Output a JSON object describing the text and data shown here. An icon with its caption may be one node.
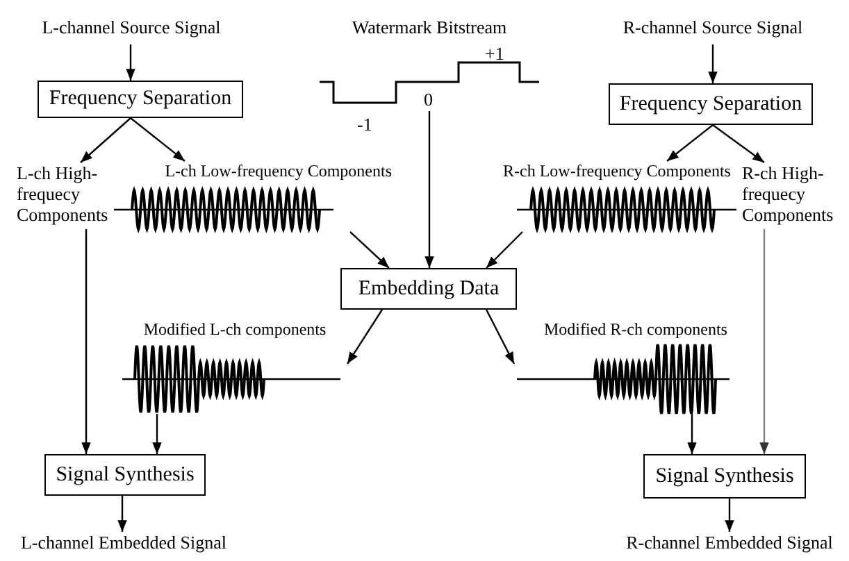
{
  "diagram": {
    "nodes": [
      {
        "text": [
          "L-channel Source Signal"
        ]
      },
      {
        "text": [
          "Watermark Bitstream"
        ]
      },
      {
        "text": [
          "R-channel Source Signal"
        ]
      },
      {
        "text": [
          "Frequency Separation"
        ]
      },
      {
        "text": [
          "Frequency Separation"
        ]
      },
      {
        "text": [
          "L-ch High- frequecy Components"
        ]
      },
      {
        "text": [
          "L-ch Low-frequency Components"
        ]
      },
      {
        "text": [
          "R-ch Low-frequency Components"
        ]
      },
      {
        "text": [
          "R-ch High- frequecy Components"
        ]
      },
      {
        "text": [
          "Embedding Data"
        ]
      },
      {
        "text": [
          "Modified L-ch components"
        ]
      },
      {
        "text": [
          "Modified R-ch components"
        ]
      },
      {
        "text": [
          "Signal Synthesis"
        ]
      },
      {
        "text": [
          "Signal Synthesis"
        ]
      },
      {
        "text": [
          "L-channel Embedded Signal"
        ]
      },
      {
        "text": [
          "R-channel Embedded Signal"
        ]
      }
    ],
    "edges": [
      {
        "from": 0,
        "to": 3,
        "arrow": "to"
      },
      {
        "from": 1,
        "to": 9,
        "arrow": "to"
      },
      {
        "from": 2,
        "to": 4,
        "arrow": "to"
      },
      {
        "from": 3,
        "to": 5,
        "arrow": "to"
      },
      {
        "from": 3,
        "to": 6,
        "arrow": "to"
      },
      {
        "from": 4,
        "to": 7,
        "arrow": "to"
      },
      {
        "from": 4,
        "to": 8,
        "arrow": "to"
      },
      {
        "from": 6,
        "to": 9,
        "arrow": "to"
      },
      {
        "from": 7,
        "to": 9,
        "arrow": "to"
      },
      {
        "from": 9,
        "to": 10,
        "arrow": "to"
      },
      {
        "from": 9,
        "to": 11,
        "arrow": "to"
      },
      {
        "from": 5,
        "to": 12,
        "arrow": "to"
      },
      {
        "from": 10,
        "to": 12,
        "arrow": "to"
      },
      {
        "from": 8,
        "to": 13,
        "arrow": "to",
        "color": "#808080"
      },
      {
        "from": 11,
        "to": 13,
        "arrow": "to"
      },
      {
        "from": 12,
        "to": 14,
        "arrow": "to"
      },
      {
        "from": 13,
        "to": 15,
        "arrow": "to"
      }
    ],
    "labels": [
      "-1",
      "0",
      "+1"
    ]
  }
}
